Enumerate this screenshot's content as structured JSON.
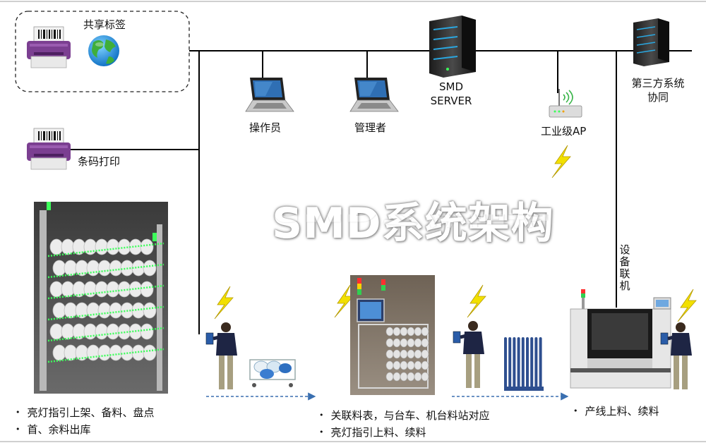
{
  "labels": {
    "shared_label": "共享标签",
    "operator": "操作员",
    "manager": "管理者",
    "smd_server_line1": "SMD",
    "smd_server_line2": "SERVER",
    "industrial_ap": "工业级AP",
    "third_party_line1": "第三方系统",
    "third_party_line2": "协同",
    "barcode_print": "条码打印",
    "device_network": "设备联机",
    "title": "SMD系统架构"
  },
  "bullets": {
    "shelf": [
      "亮灯指引上架、备料、盘点",
      "首、余料出库"
    ],
    "cart": [
      "关联料表，与台车、机台料站对应",
      "亮灯指引上料、续料"
    ],
    "line": [
      "产线上料、续料"
    ]
  },
  "colors": {
    "network_line": "#000000",
    "dashed_arrow": "#3a6fb0",
    "led_green": "#3cff5a",
    "lightning": "#f2e000",
    "printer_purple": "#7b3f91",
    "server_blue": "#2aa7e0",
    "feeder_blue": "#2e4f8f"
  }
}
